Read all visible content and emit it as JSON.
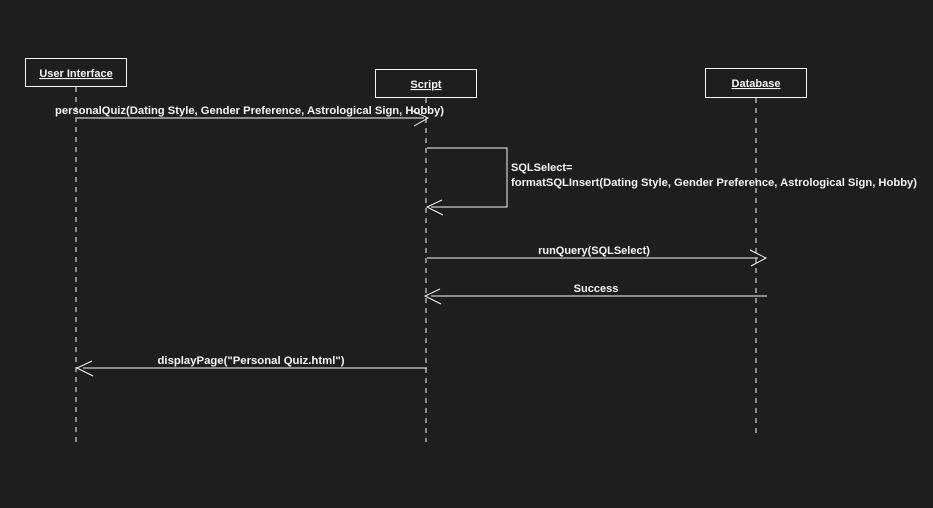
{
  "diagram": {
    "type": "uml-sequence-diagram",
    "background_color": "#1e1e1e",
    "line_color": "#f5f5f5",
    "text_color": "#f5f5f5",
    "participants": [
      {
        "name": "User Interface"
      },
      {
        "name": "Script"
      },
      {
        "name": "Database"
      }
    ],
    "messages": [
      {
        "label": "personalQuiz(Dating Style, Gender Preference, Astrological Sign, Hobby)",
        "from": "User Interface",
        "to": "Script",
        "direction": "right"
      },
      {
        "label_line1": "SQLSelect=",
        "label_line2": "formatSQLInsert(Dating Style, Gender Preference, Astrological Sign, Hobby)",
        "from": "Script",
        "to": "Script",
        "direction": "self"
      },
      {
        "label": "runQuery(SQLSelect)",
        "from": "Script",
        "to": "Database",
        "direction": "right"
      },
      {
        "label": "Success",
        "from": "Database",
        "to": "Script",
        "direction": "left"
      },
      {
        "label": "displayPage(\"Personal Quiz.html\")",
        "from": "Script",
        "to": "User Interface",
        "direction": "left"
      }
    ]
  }
}
